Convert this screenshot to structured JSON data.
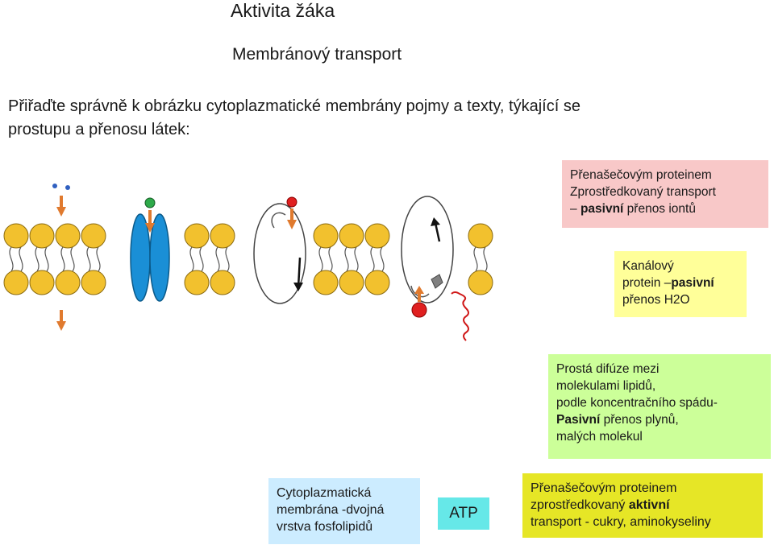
{
  "header": {
    "title": "Aktivita žáka",
    "subtitle": "Membránový transport"
  },
  "instruction": {
    "line1": "Přiřaďte správně k obrázku cytoplazmatické membrány pojmy a texty, týkající se",
    "line2": "prostupu a přenosu látek:"
  },
  "boxes": {
    "carrier_passive": {
      "line1": "Přenašečovým proteinem",
      "line2": "Zprostředkovaný transport",
      "line3_pre": "– ",
      "line3_bold": "pasivní",
      "line3_post": " přenos iontů"
    },
    "channel": {
      "line1": "Kanálový",
      "line2_pre": "protein –",
      "line2_bold": "pasivní",
      "line3": " přenos H2O"
    },
    "diffusion": {
      "line1": "Prostá difúze mezi",
      "line2": "molekulami lipidů,",
      "line3": "podle koncentračního spádu-",
      "line4_bold": "Pasivní",
      "line4_post": " přenos plynů,",
      "line5": "malých molekul"
    },
    "membrane": {
      "line1": "Cytoplazmatická",
      "line2": "membrána -dvojná",
      "line3": "vrstva fosfolipidů"
    },
    "atp": {
      "label": "ATP"
    },
    "carrier_active": {
      "line1": "Přenašečovým proteinem",
      "line2_pre": "zprostředkovaný ",
      "line2_bold": "aktivní",
      "line3": "transport - cukry, aminokyseliny"
    }
  },
  "colors": {
    "lipid_head": "#f2c12e",
    "lipid_head_stroke": "#8a6a10",
    "channel_protein": "#1a8fd6",
    "carrier_protein": "#ffffff",
    "arrow_orange": "#e07a2e",
    "molecule_green": "#2eaa4a",
    "molecule_red": "#e02020",
    "molecule_gray": "#808080",
    "molecule_blue": "#3060c0",
    "energy_wave": "#d01818"
  }
}
